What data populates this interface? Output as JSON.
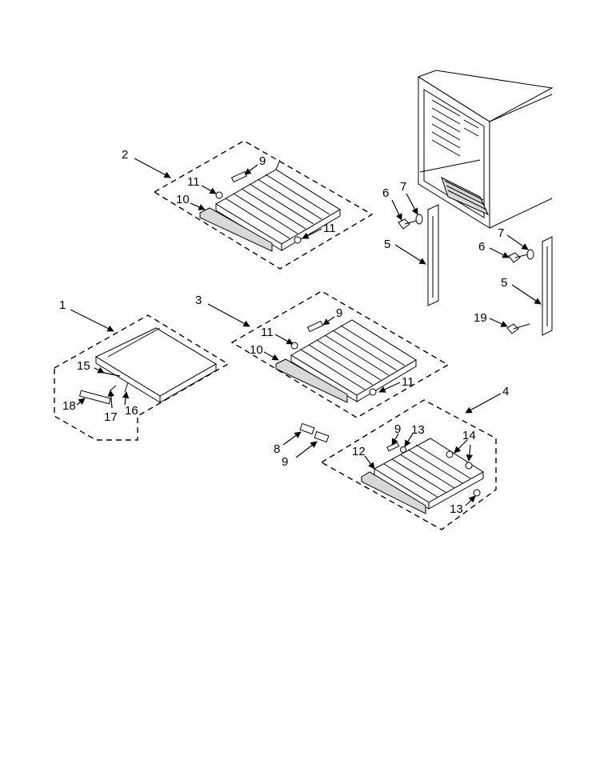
{
  "diagram": {
    "callouts": {
      "c1": "1",
      "c2": "2",
      "c3": "3",
      "c4": "4",
      "c5a": "5",
      "c5b": "5",
      "c6a": "6",
      "c6b": "6",
      "c7a": "7",
      "c7b": "7",
      "c8": "8",
      "c9a": "9",
      "c9b": "9",
      "c9c": "9",
      "c9d": "9",
      "c10a": "10",
      "c10b": "10",
      "c11a": "11",
      "c11b": "11",
      "c11c": "11",
      "c11d": "11",
      "c12": "12",
      "c13a": "13",
      "c13b": "13",
      "c14": "14",
      "c15": "15",
      "c16": "16",
      "c17": "17",
      "c18": "18",
      "c19": "19"
    }
  }
}
